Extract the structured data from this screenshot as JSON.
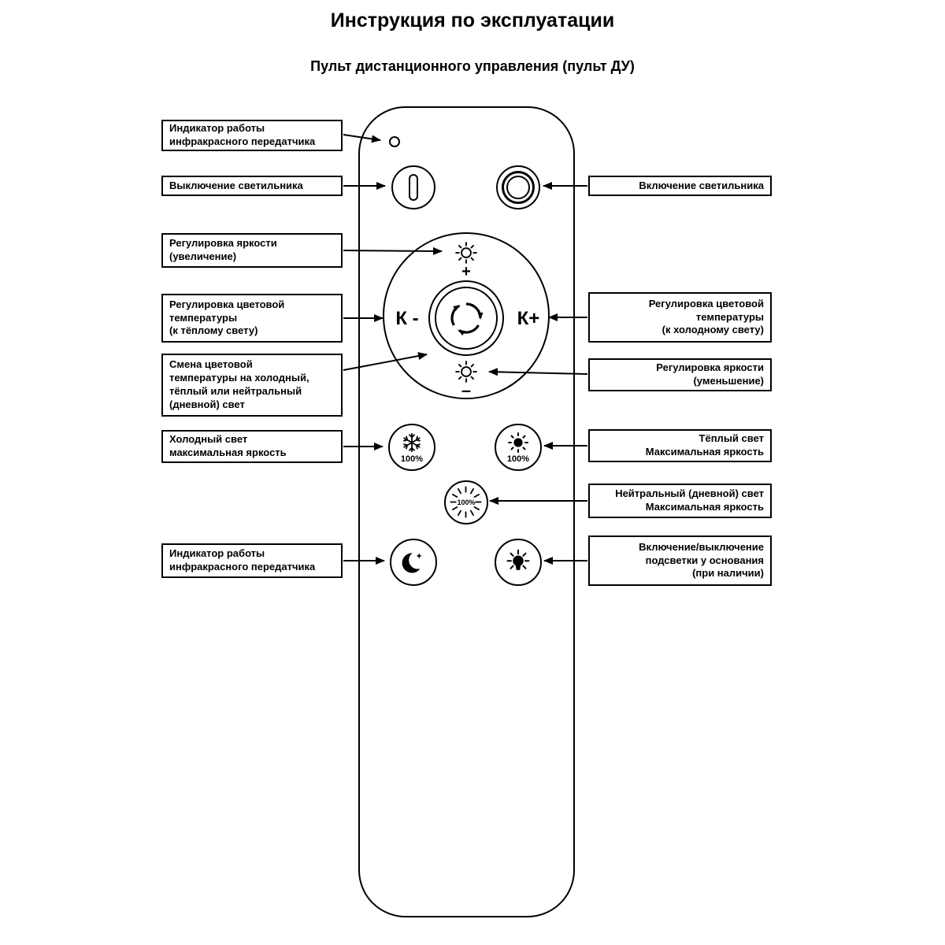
{
  "title": "Инструкция по эксплуатации",
  "subtitle": "Пульт дистанционного управления (пульт ДУ)",
  "remote": {
    "k_minus_label": "К -",
    "k_plus_label": "К+",
    "brightness_up_sign": "+",
    "brightness_down_sign": "–",
    "cold_button_pct": "100%",
    "warm_button_pct": "100%",
    "neutral_button_pct": "100%"
  },
  "callouts_left": [
    {
      "label": "Индикатор работы\nинфракрасного передатчика"
    },
    {
      "label": "Выключение светильника"
    },
    {
      "label": "Регулировка яркости\n(увеличение)"
    },
    {
      "label": "Регулировка цветовой\nтемпературы\n(к тёплому свету)"
    },
    {
      "label": "Смена цветовой\nтемпературы на холодный,\nтёплый или нейтральный\n(дневной) свет"
    },
    {
      "label": "Холодный свет\nмаксимальная яркость"
    },
    {
      "label": "Индикатор работы\nинфракрасного передатчика"
    }
  ],
  "callouts_right": [
    {
      "label": "Включение светильника"
    },
    {
      "label": "Регулировка цветовой\nтемпературы\n(к холодному свету)"
    },
    {
      "label": "Регулировка яркости\n(уменьшение)"
    },
    {
      "label": "Тёплый свет\nМаксимальная яркость"
    },
    {
      "label": "Нейтральный (дневной) свет\nМаксимальная яркость"
    },
    {
      "label": "Включение/выключение\nподсветки у основания\n(при наличии)"
    }
  ],
  "colors": {
    "ink": "#000000",
    "paper": "#ffffff"
  }
}
